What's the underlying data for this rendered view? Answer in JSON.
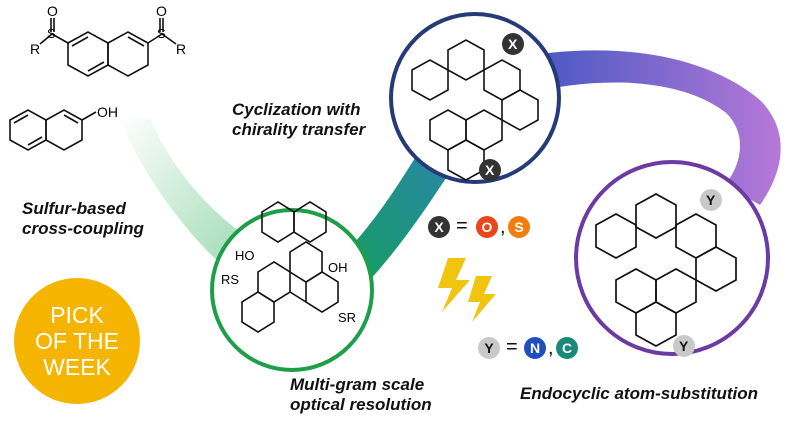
{
  "captions": {
    "sulfur": [
      "Sulfur-based",
      "cross-coupling"
    ],
    "cyclization": [
      "Cyclization with",
      "chirality transfer"
    ],
    "resolution": [
      "Multi-gram scale",
      "optical resolution"
    ],
    "substitution": "Endocyclic atom-substitution"
  },
  "badge": [
    "PICK",
    "OF THE",
    "WEEK"
  ],
  "labels": {
    "R": "R",
    "OH": "OH",
    "O": "O",
    "HO": "HO",
    "RS": "RS",
    "SR": "SR",
    "S": "S"
  },
  "atoms": {
    "X": "X",
    "Y": "Y",
    "X_options": [
      "O",
      "S"
    ],
    "Y_options": [
      "N",
      "C"
    ],
    "equals": "=",
    "comma": ","
  },
  "colors": {
    "ring_green": "#1f9e4a",
    "ring_navy": "#263a78",
    "ring_purple": "#6b3aa3",
    "atom_red": "#e8461b",
    "atom_orange": "#f07d0e",
    "atom_blue": "#1f4fbf",
    "atom_teal": "#178a7a",
    "atom_dark": "#333333",
    "atom_grey": "#c9c9c9",
    "bolt": "#f1c40f",
    "badge": "#f5b400"
  }
}
